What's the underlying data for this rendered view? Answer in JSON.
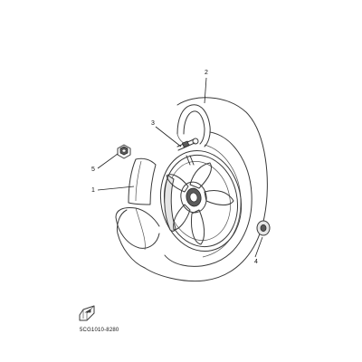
{
  "diagram": {
    "callouts": [
      {
        "id": "part-1",
        "label": "1"
      },
      {
        "id": "part-2",
        "label": "2"
      },
      {
        "id": "part-3",
        "label": "3"
      },
      {
        "id": "part-4",
        "label": "4"
      },
      {
        "id": "part-5",
        "label": "5"
      }
    ],
    "drawing_code": "5CG1010-8280",
    "icon": "front-arrow-icon"
  }
}
